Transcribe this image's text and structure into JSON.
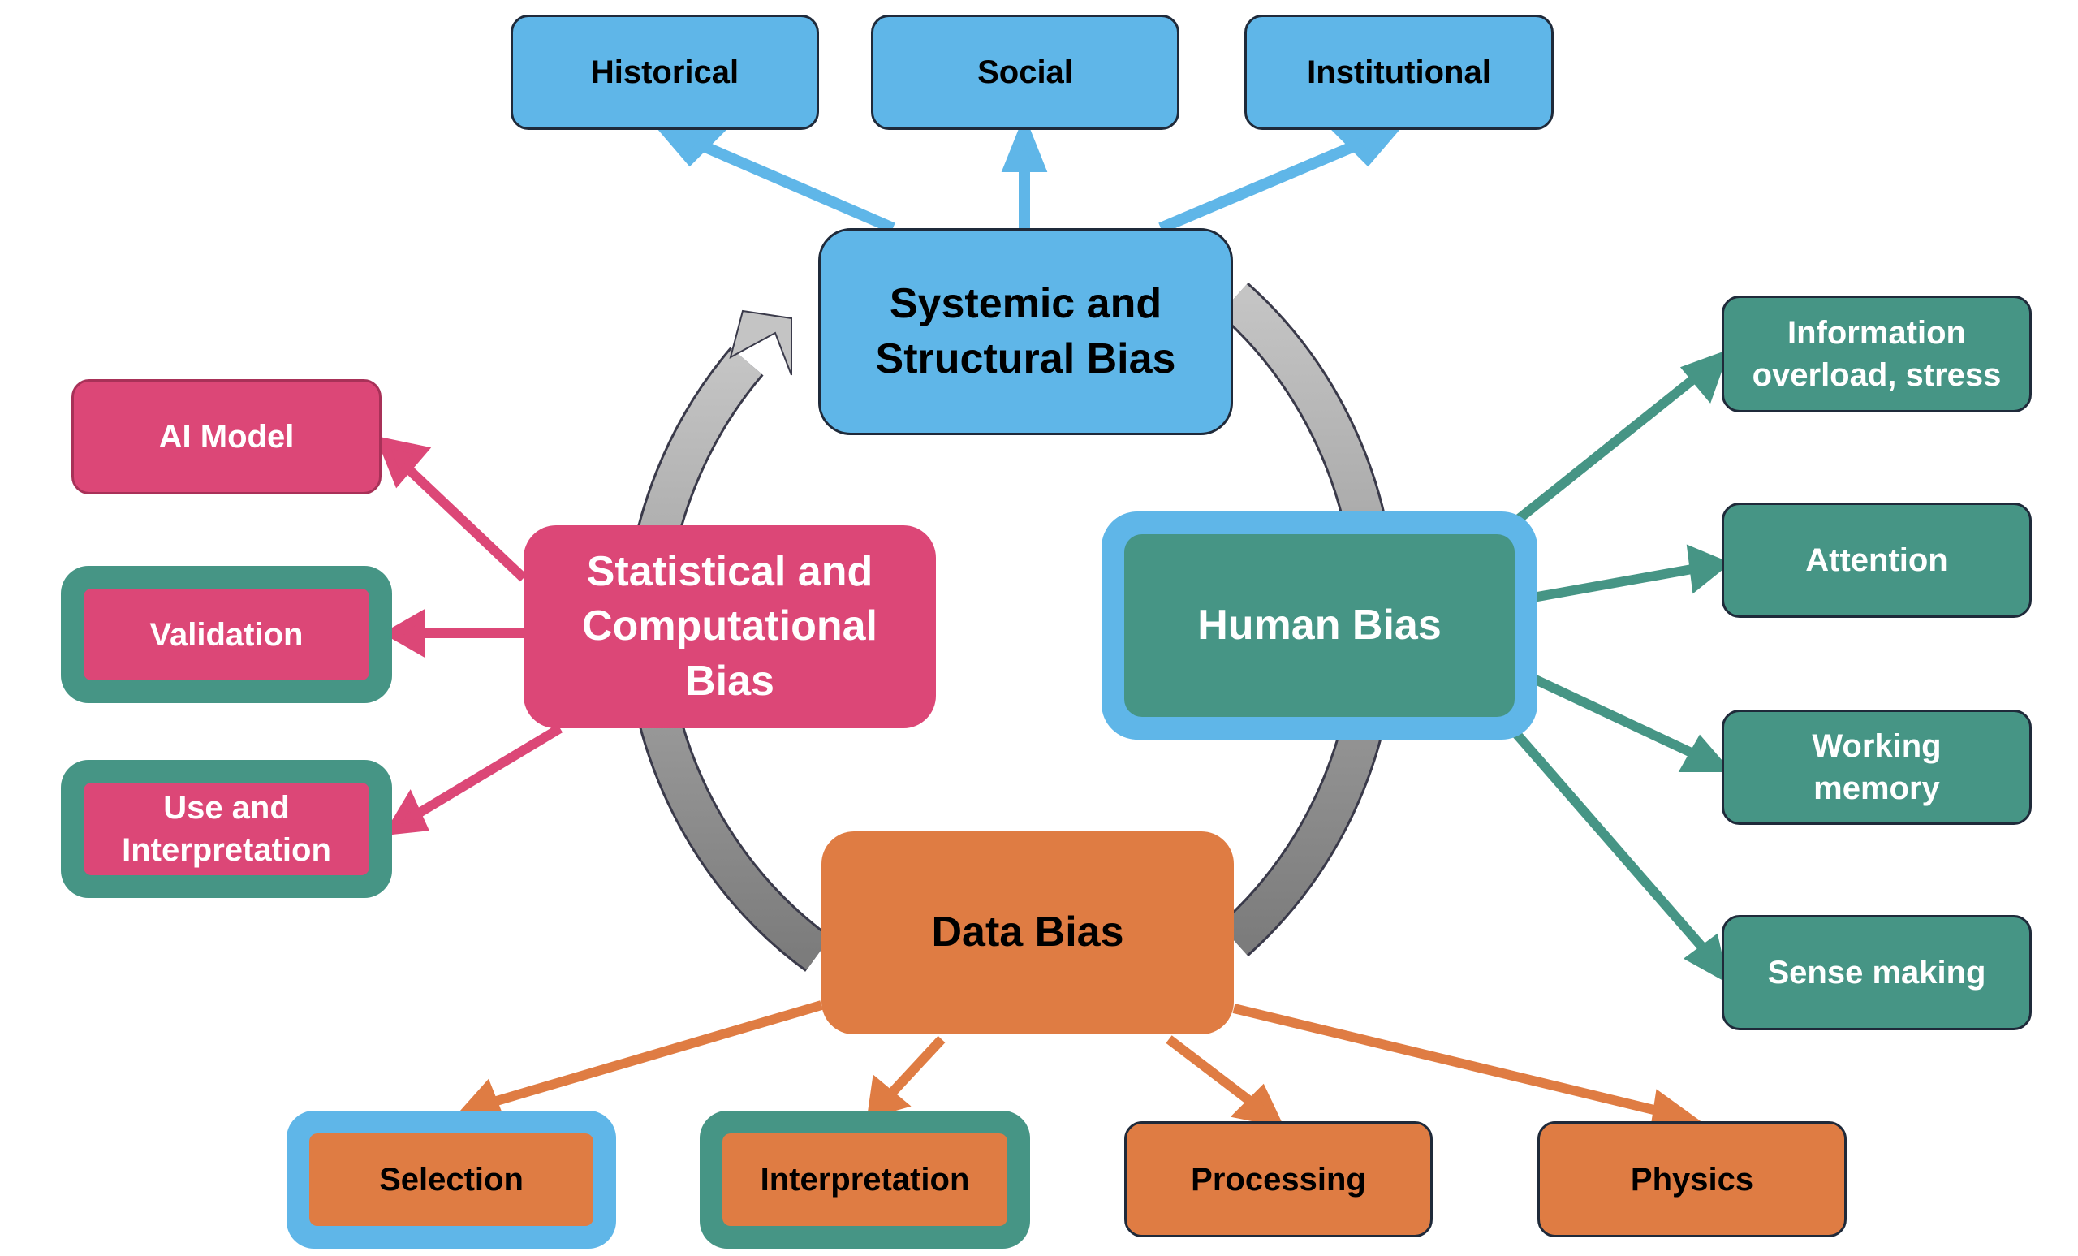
{
  "colors": {
    "systemic": "#5fb6e8",
    "statistical": "#dc4777",
    "human": "#469585",
    "data": "#df7c43",
    "cycle_arrow": "#a8a8a8"
  },
  "center_nodes": {
    "systemic": {
      "label": "Systemic and\nStructural Bias"
    },
    "statistical": {
      "label": "Statistical and\nComputational\nBias"
    },
    "human": {
      "label": "Human Bias"
    },
    "data": {
      "label": "Data Bias"
    }
  },
  "systemic_children": [
    {
      "label": "Historical"
    },
    {
      "label": "Social"
    },
    {
      "label": "Institutional"
    }
  ],
  "statistical_children": [
    {
      "label": "AI Model"
    },
    {
      "label": "Validation"
    },
    {
      "label": "Use and\nInterpretation"
    }
  ],
  "human_children": [
    {
      "label": "Information\noverload, stress"
    },
    {
      "label": "Attention"
    },
    {
      "label": "Working\nmemory"
    },
    {
      "label": "Sense making"
    }
  ],
  "data_children": [
    {
      "label": "Selection"
    },
    {
      "label": "Interpretation"
    },
    {
      "label": "Processing"
    },
    {
      "label": "Physics"
    }
  ]
}
